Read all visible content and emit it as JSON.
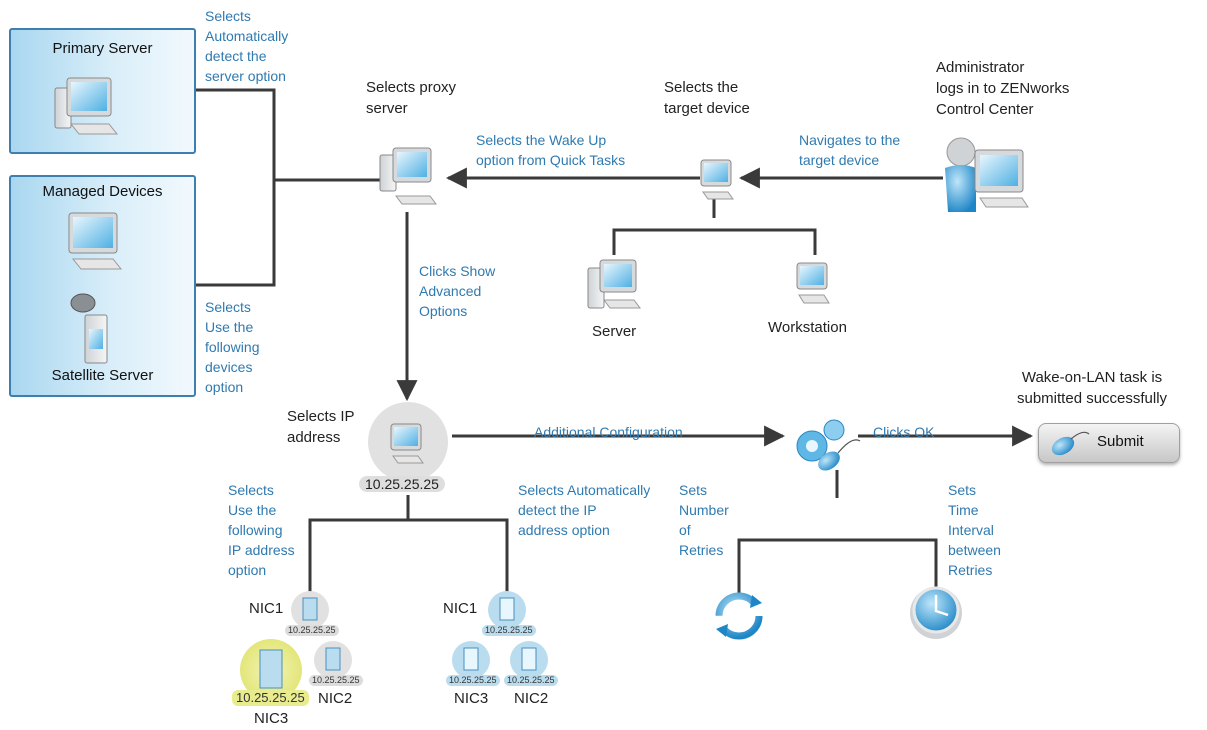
{
  "boxes": {
    "primary_server": "Primary Server",
    "managed_devices": "Managed Devices",
    "satellite_server": "Satellite Server"
  },
  "labels": {
    "auto_detect_server": "Selects\nAutomatically\ndetect the\nserver option",
    "use_following_devices": "Selects\nUse the\nfollowing\ndevices\noption",
    "selects_proxy": "Selects proxy\nserver",
    "selects_target": "Selects the\ntarget device",
    "admin_login": "Administrator\nlogs in to ZENworks\nControl Center",
    "wake_up_option": "Selects the Wake Up\noption from Quick Tasks",
    "navigates_target": "Navigates to the\ntarget device",
    "server": "Server",
    "workstation": "Workstation",
    "show_advanced": "Clicks Show\nAdvanced\nOptions",
    "selects_ip": "Selects IP\naddress",
    "additional_config": "Additional Configuration",
    "clicks_ok": "Clicks OK",
    "wol_submitted": "Wake-on-LAN task is\nsubmitted successfully",
    "submit": "Submit",
    "use_following_ip": "Selects\nUse the\nfollowing\nIP address\noption",
    "auto_detect_ip": "Selects Automatically\ndetect the IP\naddress option",
    "set_retries": "Sets\nNumber\nof\nRetries",
    "set_interval": "Sets\nTime\nInterval\nbetween\nRetries",
    "ip_main": "10.25.25.25",
    "ip_small": "10.25.25.25",
    "ip_selected": "10.25.25.25",
    "nic1": "NIC1",
    "nic2": "NIC2",
    "nic3": "NIC3"
  },
  "colors": {
    "label_blue": "#2f7ab0",
    "connector": "#3a3a3a",
    "box_border": "#3d7fae",
    "highlight_yellow": "#eef08e"
  }
}
